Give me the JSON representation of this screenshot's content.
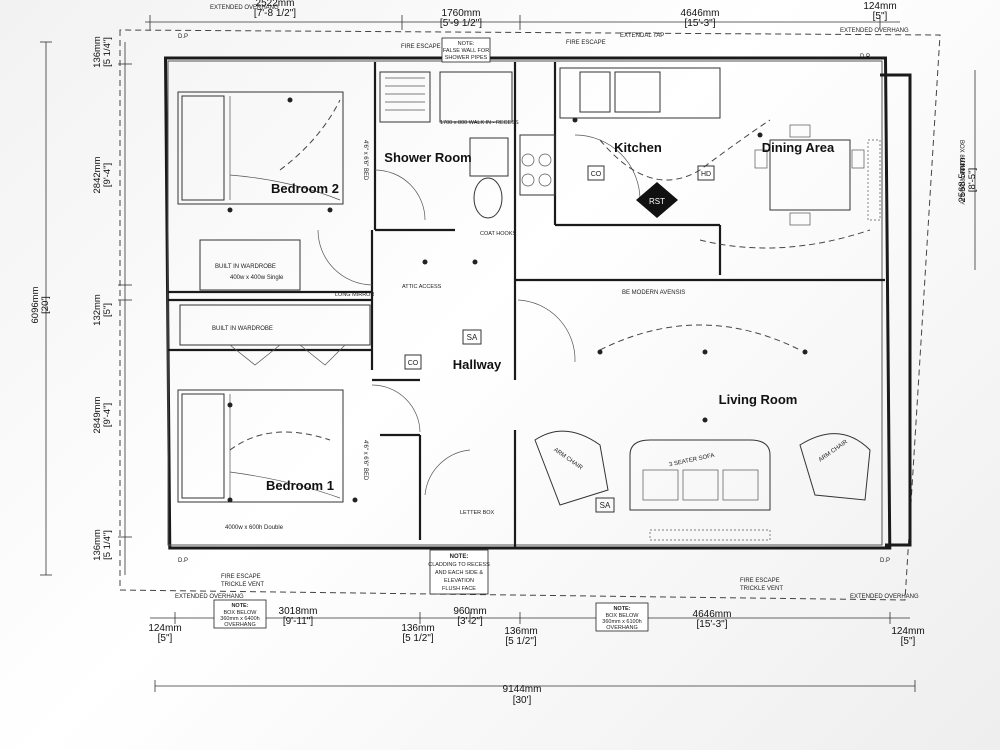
{
  "rooms": {
    "bedroom2": "Bedroom 2",
    "shower": "Shower Room",
    "kitchen": "Kitchen",
    "dining": "Dining Area",
    "hallway": "Hallway",
    "living": "Living Room",
    "bedroom1": "Bedroom 1"
  },
  "top_dims": {
    "d1": "2522mm",
    "d1i": "[7'-8 1/2\"]",
    "d2": "1760mm",
    "d2i": "[5'-9 1/2\"]",
    "d3": "4646mm",
    "d3i": "[15'-3\"]",
    "d4": "124mm",
    "d4i": "[5\"]"
  },
  "left_dims": {
    "d1": "136mm",
    "d1i": "[5 1/4\"]",
    "d2": "2842mm",
    "d2i": "[9'-4\"]",
    "d3": "132mm",
    "d3i": "[5\"]",
    "d4": "2849mm",
    "d4i": "[9'-4\"]",
    "d5": "136mm",
    "d5i": "[5 1/4\"]",
    "total": "6096mm",
    "totali": "[20']"
  },
  "right_dims": {
    "d1": "2568.5mm",
    "d1i": "[8'-5\"]"
  },
  "bottom_dims": {
    "d1": "124mm",
    "d1i": "[5\"]",
    "d2": "3018mm",
    "d2i": "[9'-11\"]",
    "d3": "136mm",
    "d3i": "[5 1/2\"]",
    "d4": "960mm",
    "d4i": "[3'-2\"]",
    "d5": "136mm",
    "d5i": "[5 1/2\"]",
    "d6": "4646mm",
    "d6i": "[15'-3\"]",
    "d7": "124mm",
    "d7i": "[5\"]",
    "total": "9144mm",
    "totali": "[30']"
  },
  "notes": {
    "cladding": [
      "NOTE:",
      "CLADDING TO RECESS",
      "AND EACH SIDE &",
      "ELEVATION",
      "FLUSH FACE"
    ],
    "box_left": [
      "NOTE:",
      "BOX BELOW",
      "360mm x 6400h",
      "OVERHANG"
    ],
    "box_right": [
      "NOTE:",
      "BOX BELOW",
      "360mm x 6100h",
      "OVERHANG"
    ],
    "false_wall": [
      "NOTE:",
      "FALSE WALL FOR",
      "SHOWER PIPES"
    ]
  },
  "labels": {
    "extended_overhang": "EXTENDED OVERHANG",
    "fire_escape": "FIRE ESCAPE",
    "trickle_vent": "TRICKLE VENT",
    "extendal_tap": "EXTENDAL TAP",
    "built_in_wardrobe": "BUILT IN WARDROBE",
    "long_mirror": "LONG MIRROR",
    "attic_access": "ATTIC ACCESS",
    "coat_hooks": "COAT HOOKS",
    "letter_box": "LETTER BOX",
    "walk_in": "1700 x 800 WALK IN - RECESS",
    "be_modern": "BE MODERN AVENSIS",
    "box_bay": "BOX 860MM WIDE BAY",
    "bed2_size": "4'6\" x 6'6\" BED",
    "bed1_size": "4'6\" x 6'6\" BED",
    "double": "4000w x 600h Double",
    "single": "400w x 400w Single",
    "arm_chair": "ARM CHAIR",
    "sofa": "3 SEATER SOFA",
    "sa": "SA",
    "co": "CO",
    "hd": "HD",
    "dp": "D.P",
    "rst": "RST"
  },
  "colors": {
    "ink": "#1a1a1a",
    "paper": "#f5f5f5"
  }
}
